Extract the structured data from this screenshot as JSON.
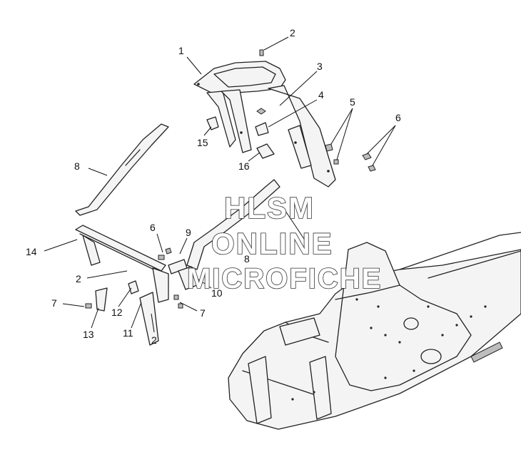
{
  "diagram": {
    "callouts": [
      {
        "id": "c1",
        "label": "1"
      },
      {
        "id": "c2a",
        "label": "2"
      },
      {
        "id": "c3",
        "label": "3"
      },
      {
        "id": "c4",
        "label": "4"
      },
      {
        "id": "c5",
        "label": "5"
      },
      {
        "id": "c6a",
        "label": "6"
      },
      {
        "id": "c15",
        "label": "15"
      },
      {
        "id": "c16",
        "label": "16"
      },
      {
        "id": "c8a",
        "label": "8"
      },
      {
        "id": "c6b",
        "label": "6"
      },
      {
        "id": "c9",
        "label": "9"
      },
      {
        "id": "c8b",
        "label": "8"
      },
      {
        "id": "c14",
        "label": "14"
      },
      {
        "id": "c2b",
        "label": "2"
      },
      {
        "id": "c10",
        "label": "10"
      },
      {
        "id": "c7a",
        "label": "7"
      },
      {
        "id": "c12",
        "label": "12"
      },
      {
        "id": "c7b",
        "label": "7"
      },
      {
        "id": "c13",
        "label": "13"
      },
      {
        "id": "c11",
        "label": "11"
      },
      {
        "id": "c2c",
        "label": "2"
      }
    ]
  },
  "watermark": {
    "line1": "HLSM",
    "line2": "ONLINE",
    "line3": "MICROFICHE"
  }
}
